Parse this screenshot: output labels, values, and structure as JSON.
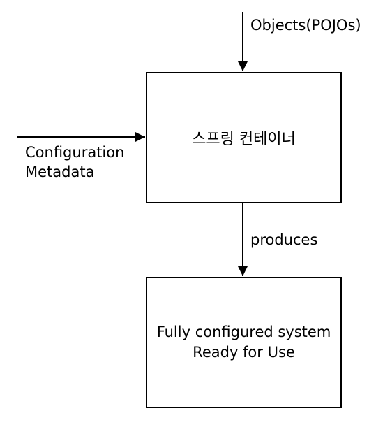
{
  "diagram": {
    "container_box": {
      "label": "스프링 컨테이너"
    },
    "result_box": {
      "line1": "Fully configured system",
      "line2": "Ready for Use"
    },
    "inputs": {
      "objects_label": "Objects(POJOs)",
      "config_line1": "Configuration",
      "config_line2": "Metadata"
    },
    "output": {
      "produces_label": "produces"
    },
    "colors": {
      "stroke": "#000000",
      "background": "#ffffff"
    }
  }
}
